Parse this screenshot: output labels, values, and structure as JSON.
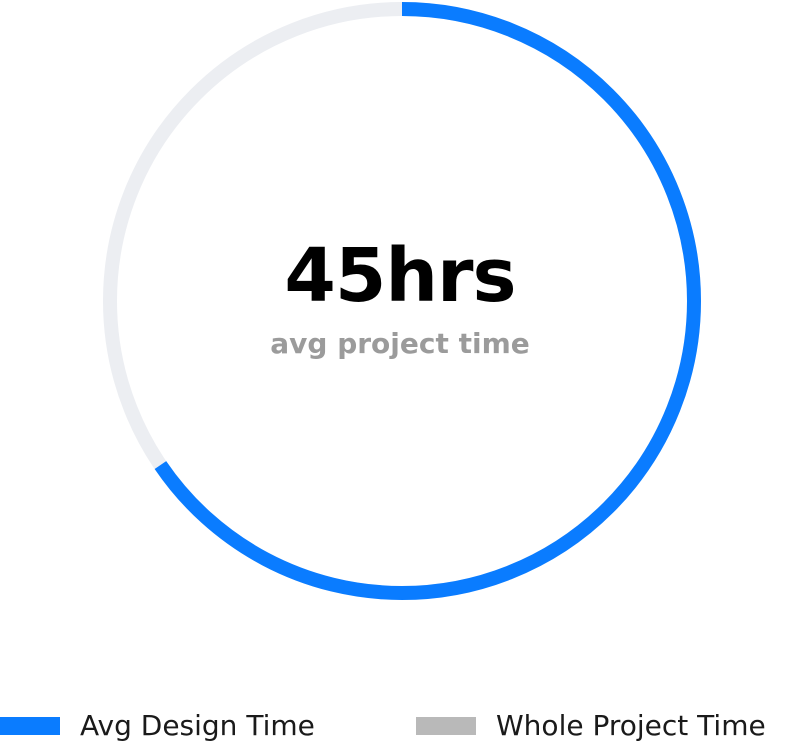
{
  "chart_data": {
    "type": "pie",
    "center_value": "45hrs",
    "center_caption": "avg project time",
    "series": [
      {
        "name": "Avg Design Time",
        "value": 0.655,
        "color": "#0a7cff"
      },
      {
        "name": "Whole Project Time",
        "value": 1.0,
        "color": "#eceef2"
      }
    ],
    "legend": [
      {
        "label": "Avg Design Time",
        "color": "#0a7cff"
      },
      {
        "label": "Whole Project Time",
        "color": "#b9b9b9"
      }
    ],
    "legend_position": "bottom"
  }
}
